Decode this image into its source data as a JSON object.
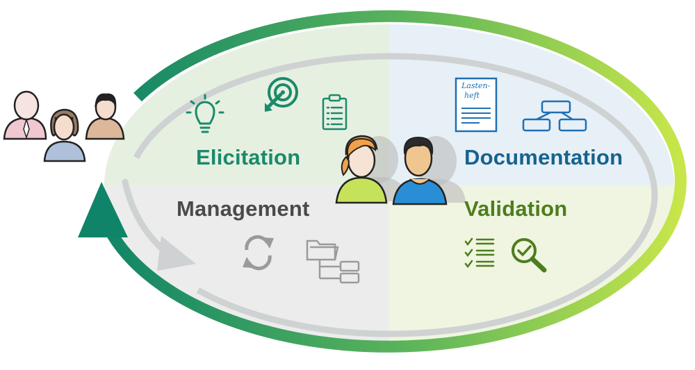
{
  "quadrants": {
    "elicitation": {
      "label": "Elicitation",
      "color": "#1a8a6a",
      "bg": "#e6f0e1"
    },
    "documentation": {
      "label": "Documentation",
      "color": "#16628f",
      "bg": "#e6f0f6"
    },
    "management": {
      "label": "Management",
      "color": "#4a4a4a",
      "bg": "#ececec"
    },
    "validation": {
      "label": "Validation",
      "color": "#4d7d1d",
      "bg": "#eff5e0"
    }
  },
  "document_icon": {
    "line1": "Lasten-",
    "line2": "heft"
  },
  "icons": {
    "elicitation": [
      "lightbulb-icon",
      "target-icon",
      "clipboard-icon"
    ],
    "documentation": [
      "document-icon",
      "hierarchy-icon"
    ],
    "management": [
      "refresh-icon",
      "folder-tree-icon"
    ],
    "validation": [
      "checklist-icon",
      "magnifier-check-icon"
    ]
  },
  "people": [
    "stakeholder-group-icon",
    "requirements-engineers-icon"
  ],
  "colors": {
    "cycle_dark": "#0f8468",
    "cycle_light": "#c8e64a",
    "inner_ring": "#cfd2d2",
    "management_icon": "#9a9a9a"
  }
}
